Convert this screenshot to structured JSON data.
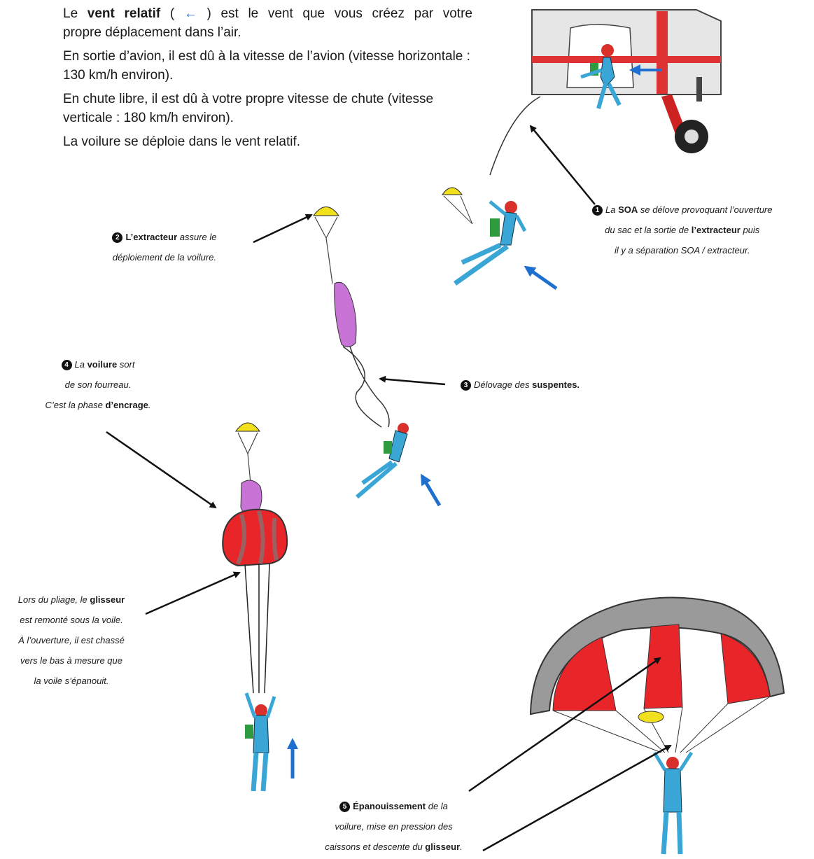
{
  "intro": {
    "p1_a": "Le ",
    "p1_bold": "vent relatif",
    "p1_b": " ( ",
    "p1_arrow": "←",
    "p1_c": " ) est le vent que vous créez par votre",
    "p1_line2": "propre déplacement dans l’air.",
    "p2": "En sortie d’avion, il est dû à la vitesse de l’avion (vitesse horizontale : 130 km/h environ).",
    "p3": "En chute libre, il est dû à votre propre vitesse de chute (vitesse verticale : 180 km/h environ).",
    "p4": "La voilure se déploie dans le vent relatif."
  },
  "step1": {
    "number": "1",
    "a": "La ",
    "soa": "SOA",
    "b": " se délove provoquant l’ouverture",
    "c": "du sac et la sortie de ",
    "extracteur": "l’extracteur",
    "d": "  puis",
    "line3": "il y a séparation SOA / extracteur."
  },
  "step2": {
    "number": "2",
    "bold": "L’extracteur",
    "a": " assure le",
    "line2": "déploiement de la voilure."
  },
  "step3": {
    "number": "3",
    "a": "Délovage des ",
    "bold": "suspentes."
  },
  "step4": {
    "number": "4",
    "a": "La ",
    "bold": "voilure",
    "b": " sort",
    "line2": "de son fourreau.",
    "line3a": "C’est la phase ",
    "line3bold": "d’encrage",
    "line3b": "."
  },
  "glisseur": {
    "a": "Lors du pliage, le ",
    "bold": "glisseur",
    "line2": "est remonté sous la voile.",
    "line3": "À l’ouverture, il est chassé",
    "line4": "vers le bas à mesure que",
    "line5": "la voile s’épanouit."
  },
  "step5": {
    "number": "5",
    "bold": "Épanouissement",
    "a": " de la",
    "line2": "voilure, mise en pression des",
    "line3a": "caissons et descente du ",
    "line3bold": "glisseur",
    "line3b": "."
  },
  "colors": {
    "wind_arrow": "#1f6fd1",
    "jumpsuit": "#3aa6d6",
    "canopy_red": "#e8262a",
    "canopy_grey": "#9a9a9a",
    "pilot_chute": "#f3e01c",
    "sleeve": "#c774d6",
    "container": "#2e9c3e",
    "helmet": "#d9302b"
  },
  "icons": [
    "airplane-door",
    "skydiver",
    "pilot-chute",
    "deployment-bag",
    "canopy",
    "wind-arrow"
  ]
}
